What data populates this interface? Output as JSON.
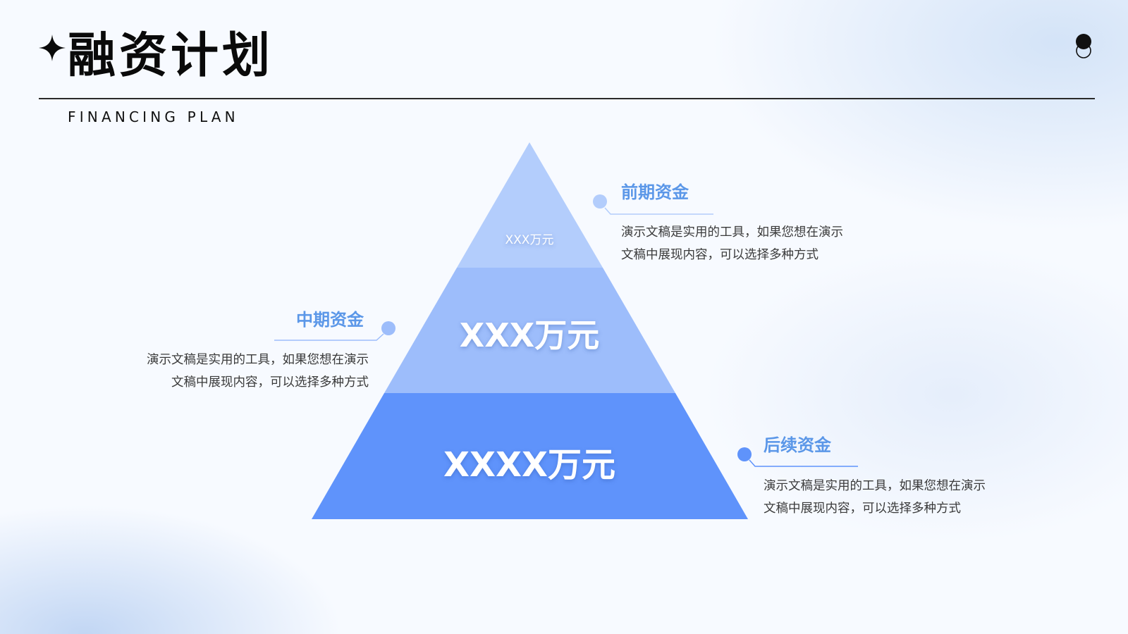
{
  "header": {
    "title": "融资计划",
    "subtitle": "FINANCING PLAN"
  },
  "pyramid": {
    "tiers": [
      {
        "label": "XXX万元",
        "color": "#b3cdfc"
      },
      {
        "label": "XXX万元",
        "color": "#9dbdfb"
      },
      {
        "label": "XXXX万元",
        "color": "#5f93fb"
      }
    ]
  },
  "annotations": {
    "early": {
      "heading": "前期资金",
      "lines": [
        "演示文稿是实用的工具，如果您想在演示",
        "文稿中展现内容，可以选择多种方式"
      ],
      "dot_color": "#b3cdfc"
    },
    "mid": {
      "heading": "中期资金",
      "lines": [
        "演示文稿是实用的工具，如果您想在演示",
        "文稿中展现内容，可以选择多种方式"
      ],
      "dot_color": "#9dbdfb"
    },
    "later": {
      "heading": "后续资金",
      "lines": [
        "演示文稿是实用的工具，如果您想在演示",
        "文稿中展现内容，可以选择多种方式"
      ],
      "dot_color": "#5f93fb"
    }
  },
  "colors": {
    "accent": "#5b97e8",
    "text": "#3a3a3a",
    "title": "#0a0a0a"
  }
}
